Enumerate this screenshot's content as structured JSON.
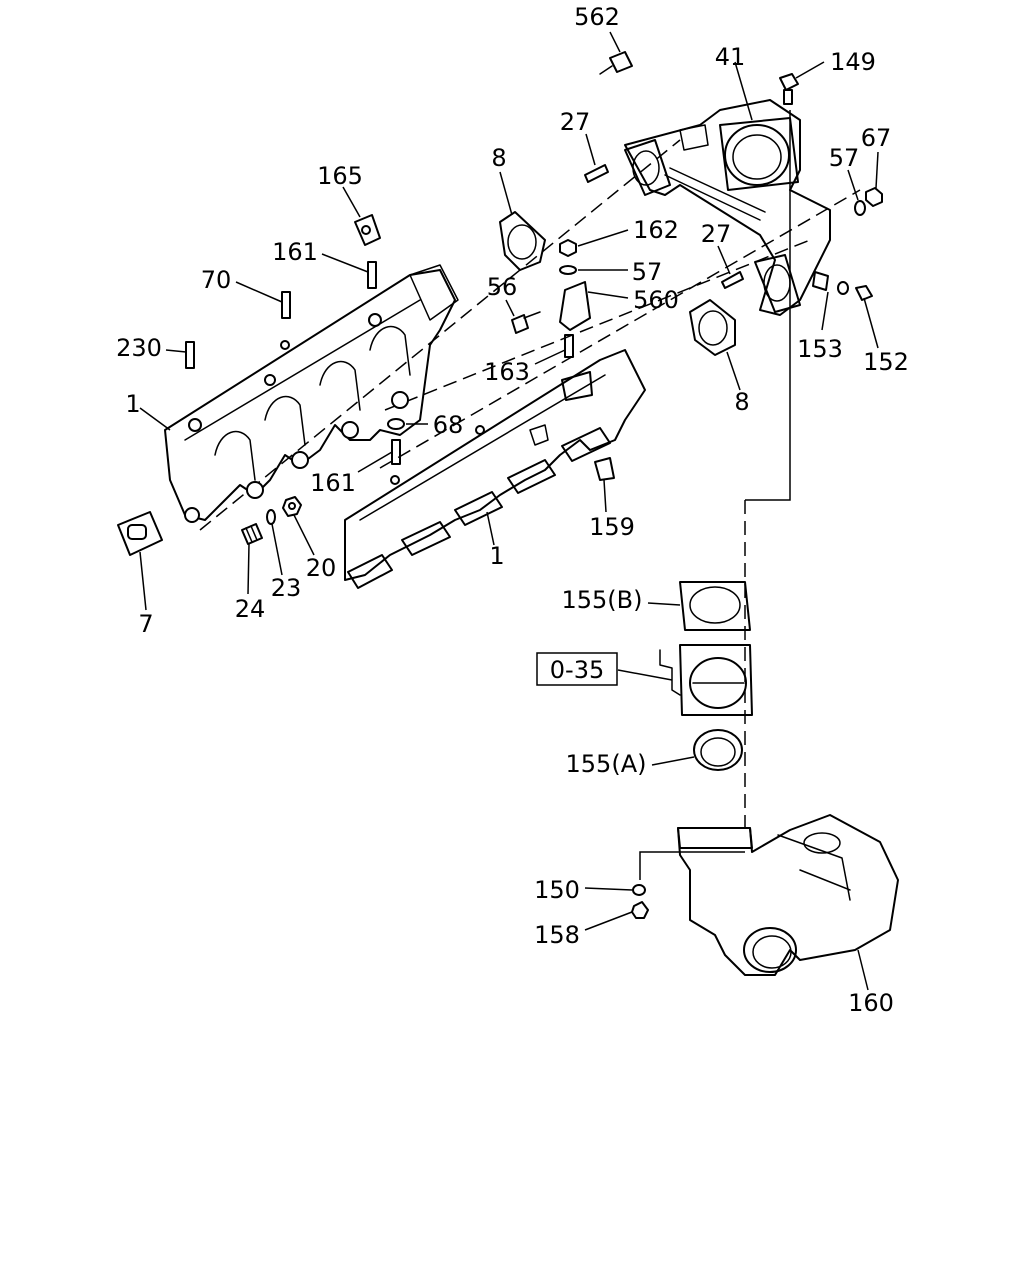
{
  "callouts": {
    "c562": "562",
    "c41": "41",
    "c149": "149",
    "c27a": "27",
    "c67": "67",
    "c57a": "57",
    "c165": "165",
    "c8a": "8",
    "c162": "162",
    "c27b": "27",
    "c161a": "161",
    "c57b": "57",
    "c70": "70",
    "c56": "56",
    "c560": "560",
    "c230": "230",
    "c153": "153",
    "c152": "152",
    "c163": "163",
    "c1a": "1",
    "c8b": "8",
    "c68": "68",
    "c161b": "161",
    "c159": "159",
    "c20": "20",
    "c23": "23",
    "c1b": "1",
    "c7": "7",
    "c24": "24",
    "c155b": "155(B)",
    "c155a": "155(A)",
    "c150": "150",
    "c158": "158",
    "c160": "160"
  },
  "reference_box": {
    "label": "0-35"
  }
}
